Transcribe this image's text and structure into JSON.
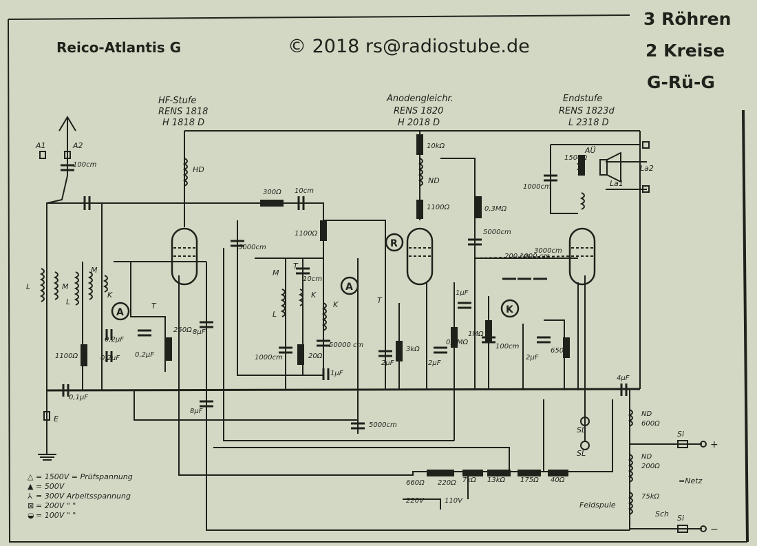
{
  "header": {
    "model": "Reico-Atlantis G",
    "copyright": "© 2018 rs@radiostube.de",
    "specs": [
      "3 Röhren",
      "2 Kreise",
      "G-Rü-G"
    ]
  },
  "stages": [
    {
      "title": "HF-Stufe",
      "tube1": "RENS 1818",
      "tube2": "H 1818 D"
    },
    {
      "title": "Anodengleichr.",
      "tube1": "RENS 1820",
      "tube2": "H 2018 D"
    },
    {
      "title": "Endstufe",
      "tube1": "RENS 1823d",
      "tube2": "L 2318 D"
    }
  ],
  "labels": {
    "a1": "A1",
    "a2": "A2",
    "e": "E",
    "hd": "HD",
    "nd": "ND",
    "au": "AÜ",
    "la1": "La1",
    "la2": "La2",
    "r_circle": "R",
    "a_circle": "A",
    "k_circle": "K",
    "sl": "SL",
    "si": "Si",
    "sch": "Sch",
    "netz": "=Netz",
    "feldspule": "Feldspule",
    "plus": "+",
    "minus": "−",
    "coil_l": "L",
    "coil_m": "M",
    "coil_k": "K",
    "coil_t": "T"
  },
  "values": {
    "c_100cm": "100cm",
    "r_300": "300Ω",
    "c_10cm": "10cm",
    "r_1100a": "1100Ω",
    "c_5000a": "5000cm",
    "r_10k": "10kΩ",
    "r_1100b": "1100Ω",
    "r_03m": "0,3MΩ",
    "c_5000b": "5000cm",
    "r_1500": "1500Ω",
    "c_1000cm": "1000cm",
    "c_200": "200 cm",
    "c_1000b": "1000 cm",
    "c_3000": "3000cm",
    "r_1100c": "1100Ω",
    "c_02a": "0,2µF",
    "c_02b": "0,2µF",
    "r_250": "250Ω",
    "c_8a": "8µF",
    "c_8b": "8µF",
    "c_01": "0,1µF",
    "c_10b": "10cm",
    "c_1000c": "1000cm",
    "r_20": "20Ω",
    "c_50000": "50000 cm",
    "c_1": "1µF",
    "c_2a": "2µF",
    "r_3k": "3kΩ",
    "c_2b": "2µF",
    "r_02m": "0,2MΩ",
    "r_1m": "1MΩ",
    "c_100b": "100cm",
    "c_2c": "2µF",
    "r_650": "650Ω",
    "c_5000c": "5000cm",
    "c_4": "4µF",
    "nd_600": "600Ω",
    "nd_200": "200Ω",
    "r_75k": "75kΩ",
    "r_660": "660Ω",
    "r_220": "220Ω",
    "r_7k": "7kΩ",
    "r_13k": "13kΩ",
    "r_175": "175Ω",
    "r_40": "40Ω",
    "v_220": "220V",
    "v_110": "110V",
    "c_1uf_small": "1µF"
  },
  "legend": [
    {
      "sym": "△",
      "text": "= 1500V = Prüfspannung"
    },
    {
      "sym": "▲",
      "text": "= 500V"
    },
    {
      "sym": "⅄",
      "text": "= 300V  Arbeitsspannung"
    },
    {
      "sym": "⊠",
      "text": "= 200V  \"  \""
    },
    {
      "sym": "◒",
      "text": "= 100V  \"  \""
    }
  ]
}
